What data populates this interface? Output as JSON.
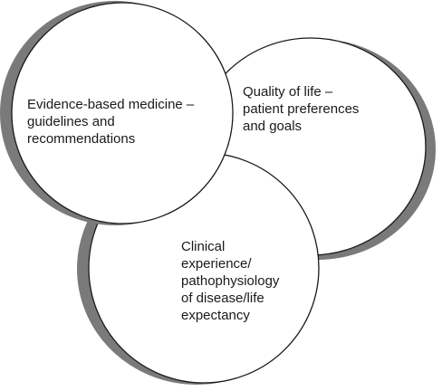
{
  "diagram": {
    "circles": [
      {
        "id": "evidence-based-medicine",
        "label": "Evidence-based medicine –\nguidelines and\nrecommendations"
      },
      {
        "id": "quality-of-life",
        "label": "Quality of life –\npatient preferences\nand goals"
      },
      {
        "id": "clinical-experience",
        "label": "Clinical\nexperience/\npathophysiology\nof disease/life\nexpectancy"
      }
    ],
    "colors": {
      "fill": "#ffffff",
      "outline": "#1a1a1a",
      "shadow": "#7a7a7a",
      "text": "#1a1a1a"
    }
  }
}
